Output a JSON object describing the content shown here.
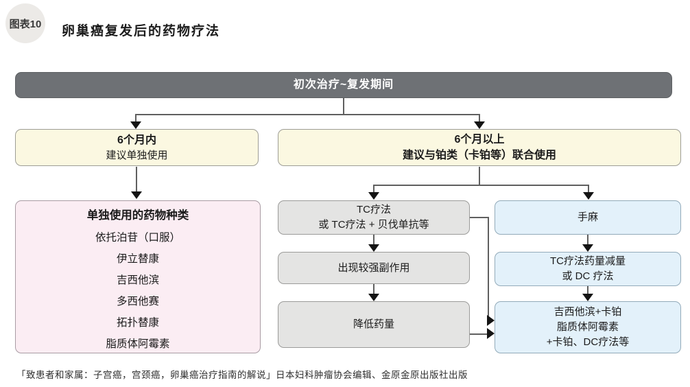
{
  "header": {
    "badge": "图表10",
    "title": "卵巢癌复发后的药物疗法"
  },
  "flow": {
    "root": "初次治疗~复发期间",
    "branch_left": {
      "title": "6个月内",
      "subtitle": "建议单独使用"
    },
    "branch_right": {
      "title": "6个月以上",
      "subtitle": "建议与铂类（卡铂等）联合使用"
    },
    "mono_box": {
      "title": "单独使用的药物种类",
      "drugs": [
        "依托泊苷（口服）",
        "伊立替康",
        "吉西他滨",
        "多西他赛",
        "拓扑替康",
        "脂质体阿霉素"
      ]
    },
    "middle_column": [
      {
        "lines": [
          "TC疗法",
          "或 TC疗法 + 贝伐单抗等"
        ]
      },
      {
        "lines": [
          "出现较强副作用"
        ]
      },
      {
        "lines": [
          "降低药量"
        ]
      }
    ],
    "right_column": [
      {
        "lines": [
          "手麻"
        ]
      },
      {
        "lines": [
          "TC疗法药量减量",
          "或 DC 疗法"
        ]
      },
      {
        "lines": [
          "吉西他滨+卡铂",
          "脂质体阿霉素",
          "+卡铂、DC疗法等"
        ]
      }
    ]
  },
  "footer": {
    "citation": "「致患者和家属：子宫癌，宫颈癌，卵巢癌治疗指南的解说」日本妇科肿瘤协会编辑、金原金原出版社出版"
  },
  "colors": {
    "root_node": "#6e7175",
    "branch_node": "#fbf8e1",
    "monotherapy_node": "#fbedf3",
    "middle_node": "#e4e4e3",
    "right_node": "#e3f1fa",
    "connector_line": "#5f5f5f",
    "arrowhead": "#141414"
  }
}
